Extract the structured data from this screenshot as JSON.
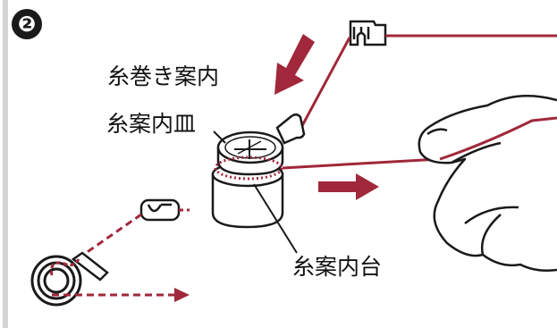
{
  "step": {
    "number": "❷"
  },
  "labels": {
    "winding_guide": "糸巻き案内",
    "guide_disc": "糸案内皿",
    "guide_base": "糸案内台"
  },
  "colors": {
    "thread": "#a0283a",
    "outline": "#1a1a1a",
    "badge": "#1a1a1a",
    "rule": "#d4d4d4",
    "background": "#ffffff"
  },
  "icons": [
    "arrow-down-icon",
    "arrow-right-icon",
    "dashed-arrow-right-icon"
  ]
}
